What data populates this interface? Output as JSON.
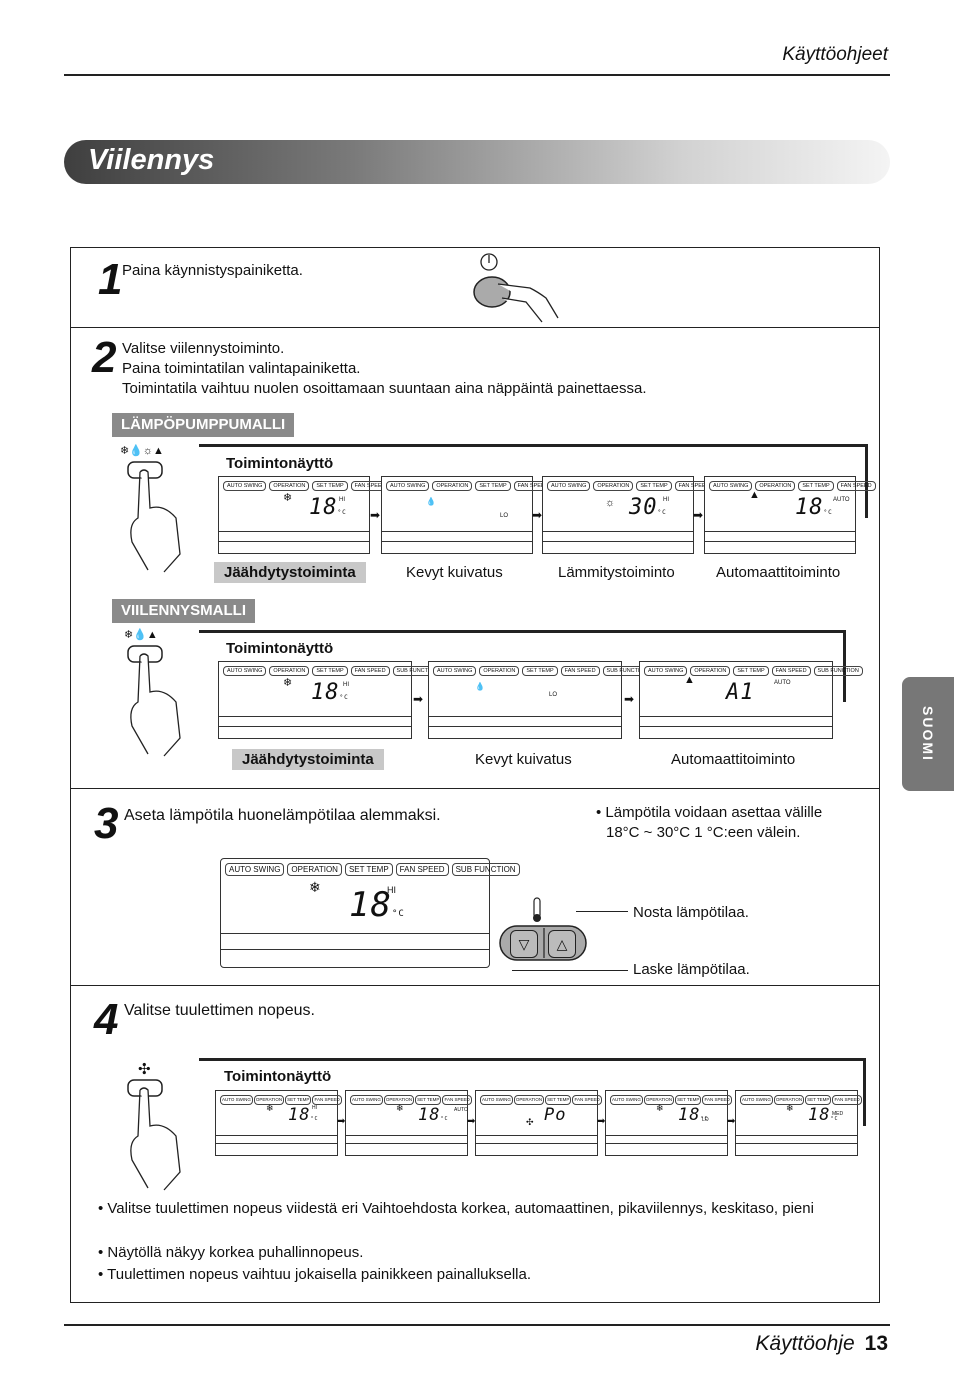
{
  "header": {
    "title": "Käyttöohjeet"
  },
  "section_title": "Viilennys",
  "side_tab": "SUOMI",
  "footer": {
    "label": "Käyttöohje",
    "page": "13"
  },
  "display_tags4": [
    "AUTO SWING",
    "OPERATION",
    "SET TEMP",
    "FAN SPEED"
  ],
  "display_tags5": [
    "AUTO SWING",
    "OPERATION",
    "SET TEMP",
    "FAN SPEED",
    "SUB FUNCTION"
  ],
  "step1": {
    "num": "1",
    "text": "Paina käynnistyspainiketta.",
    "power_symbol": "⏻"
  },
  "step2": {
    "num": "2",
    "lines": [
      "Valitse viilennystoiminto.",
      "Paina toimintatilan valintapainiketta.",
      "Toimintatila vaihtuu nuolen osoittamaan suuntaan aina näppäintä painettaessa."
    ],
    "heatpump": {
      "tag": "LÄMPÖPUMPPUMALLI",
      "button_icons": "❄💧☼▲",
      "display_label": "Toimintonäyttö",
      "displays": [
        {
          "icon": "❄",
          "digits": "18",
          "unit": "°C",
          "fan": "HI"
        },
        {
          "icon": "💧",
          "digits": "",
          "unit": "",
          "fan": "LO"
        },
        {
          "icon": "☼",
          "digits": "30",
          "unit": "°C",
          "fan": "HI"
        },
        {
          "icon": "▲",
          "digits": "18",
          "unit": "°C",
          "fan": "AUTO"
        }
      ],
      "labels": [
        "Jäähdytystoiminta",
        "Kevyt kuivatus",
        "Lämmitystoiminto",
        "Automaattitoiminto"
      ]
    },
    "cooling": {
      "tag": "VIILENNYSMALLI",
      "button_icons": "❄💧▲",
      "display_label": "Toimintonäyttö",
      "displays": [
        {
          "icon": "❄",
          "digits": "18",
          "unit": "°C",
          "fan": "HI"
        },
        {
          "icon": "💧",
          "digits": "",
          "unit": "",
          "fan": "LO"
        },
        {
          "icon": "▲",
          "digits": "A1",
          "unit": "",
          "fan": "AUTO"
        }
      ],
      "labels": [
        "Jäähdytystoiminta",
        "Kevyt kuivatus",
        "Automaattitoiminto"
      ]
    }
  },
  "step3": {
    "num": "3",
    "text": "Aseta lämpötila huonelämpötilaa alemmaksi.",
    "note_lines": [
      "• Lämpötila voidaan asettaa välille",
      "18°C ~ 30°C 1 °C:een välein."
    ],
    "display": {
      "icon": "❄",
      "digits": "18",
      "unit": "°C",
      "fan": "HI"
    },
    "raise_label": "Nosta lämpötilaa.",
    "lower_label": "Laske lämpötilaa."
  },
  "step4": {
    "num": "4",
    "text": "Valitse tuulettimen nopeus.",
    "display_label": "Toimintonäyttö",
    "displays": [
      {
        "icon": "❄",
        "digits": "18",
        "unit": "°C",
        "fan": "HI"
      },
      {
        "icon": "❄",
        "digits": "18",
        "unit": "°C",
        "fan": "AUTO"
      },
      {
        "icon": "✣",
        "digits": "Po",
        "unit": "",
        "fan": ""
      },
      {
        "icon": "❄",
        "digits": "18",
        "unit": "°C",
        "fan": "LO"
      },
      {
        "icon": "❄",
        "digits": "18",
        "unit": "°C",
        "fan": "MED"
      }
    ],
    "bullets": [
      "• Valitse tuulettimen nopeus viidestä eri Vaihtoehdosta korkea, automaattinen, pikaviilennys, keskitaso, pieni",
      "• Näytöllä näkyy korkea puhallinnopeus.",
      "• Tuulettimen nopeus vaihtuu jokaisella painikkeen painalluksella."
    ]
  }
}
